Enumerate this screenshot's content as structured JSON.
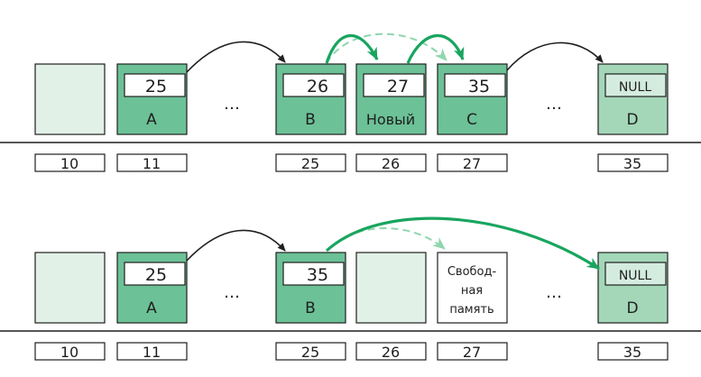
{
  "colors": {
    "cell_light": "#e2f1e7",
    "cell_green": "#6cc197",
    "cell_null_green": "#a3d7b8",
    "cell_null_box": "#d4ece0",
    "arrow_green": "#19a55f",
    "arrow_dashed": "#8fd6ae",
    "black": "#1f1f1f"
  },
  "top_row": {
    "nodes": [
      {
        "pointer": "25",
        "label": "A"
      },
      {
        "pointer": "26",
        "label": "B"
      },
      {
        "pointer": "27",
        "label": "Новый"
      },
      {
        "pointer": "35",
        "label": "C"
      },
      {
        "pointer": "NULL",
        "label": "D"
      }
    ],
    "ellipsis": [
      "…",
      "…"
    ],
    "addresses": [
      "10",
      "11",
      "25",
      "26",
      "27",
      "35"
    ]
  },
  "bottom_row": {
    "nodes": [
      {
        "pointer": "25",
        "label": "A"
      },
      {
        "pointer": "35",
        "label": "B"
      },
      {
        "pointer": "NULL",
        "label": "D"
      }
    ],
    "free_memory": [
      "Свобод-",
      "ная",
      "память"
    ],
    "ellipsis": [
      "…",
      "…"
    ],
    "addresses": [
      "10",
      "11",
      "25",
      "26",
      "27",
      "35"
    ]
  }
}
